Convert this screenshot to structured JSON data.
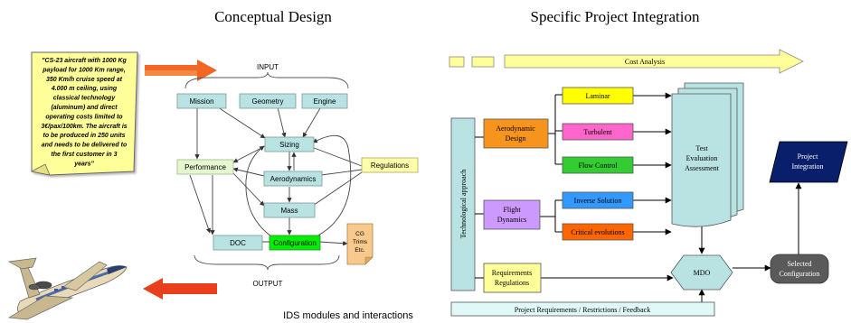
{
  "titles": {
    "left": "Conceptual Design",
    "right": "Specific Project Integration"
  },
  "note_lines": [
    "\"CS-23 aircraft with 1000 Kg",
    "payload for 1000  Km range,",
    "350 Km/h cruise speed at",
    "4.000 m ceiling, using",
    "classical technology",
    "(aluminum) and direct",
    "operating costs limited to",
    "3€/pax/100km. The aircraft is",
    "to be produced in 250 units",
    "and needs to be delivered to",
    "the first customer in 3",
    "years\""
  ],
  "left_diagram": {
    "input_label": "INPUT",
    "output_label": "OUTPUT",
    "caption": "IDS modules and interactions",
    "mission": "Mission",
    "geometry": "Geometry",
    "engine": "Engine",
    "sizing": "Sizing",
    "performance": "Performance",
    "aerodynamics": "Aerodynamics",
    "mass": "Mass",
    "doc": "DOC",
    "configuration": "Configuration",
    "regulations": "Regulations",
    "cg_lines": [
      "CG",
      "Trims",
      "Etc."
    ]
  },
  "right_diagram": {
    "cost_analysis": "Cost Analysis",
    "tech_approach": "Technological approach",
    "aero_design_lines": [
      "Aerodynamic",
      "Design"
    ],
    "laminar": "Laminar",
    "turbulent": "Turbulent",
    "flow_control": "Flow Control",
    "flight_dynamics_lines": [
      "Flight",
      "Dynamics"
    ],
    "inverse_solution": "Inverse Solution",
    "critical_evolutions": "Critical evolutions",
    "test_lines": [
      "Test",
      "Evaluation",
      "Assessment"
    ],
    "requirements_lines": [
      "Requirements",
      "Regulations"
    ],
    "mdo": "MDO",
    "selected_lines": [
      "Selected",
      "Configuration"
    ],
    "project_integration_lines": [
      "Project",
      "Integration"
    ],
    "project_requirements": "Project Requirements / Restrictions / Feedback"
  },
  "colors": {
    "module_fill": "#b9e2e2",
    "performance_fill": "#e6f7d0",
    "configuration_fill": "#00ee00",
    "regulations_fill": "#ffffaa",
    "cg_fill": "#f7c98c",
    "note_fill": "#ffff99",
    "orange_arrow": "#f26522",
    "red_arrow": "#e8401c",
    "cost_arrow": "#ffff99",
    "aero_fill": "#f7941d",
    "laminar_fill": "#ffff00",
    "turbulent_fill": "#ff66cc",
    "flow_fill": "#33cc33",
    "flight_fill": "#cc99ff",
    "inverse_fill": "#3399ff",
    "critical_fill": "#ff6600",
    "tech_fill": "#b9e2e2",
    "selected_fill": "#5a5a5a",
    "project_fill": "#0a1f6b"
  }
}
